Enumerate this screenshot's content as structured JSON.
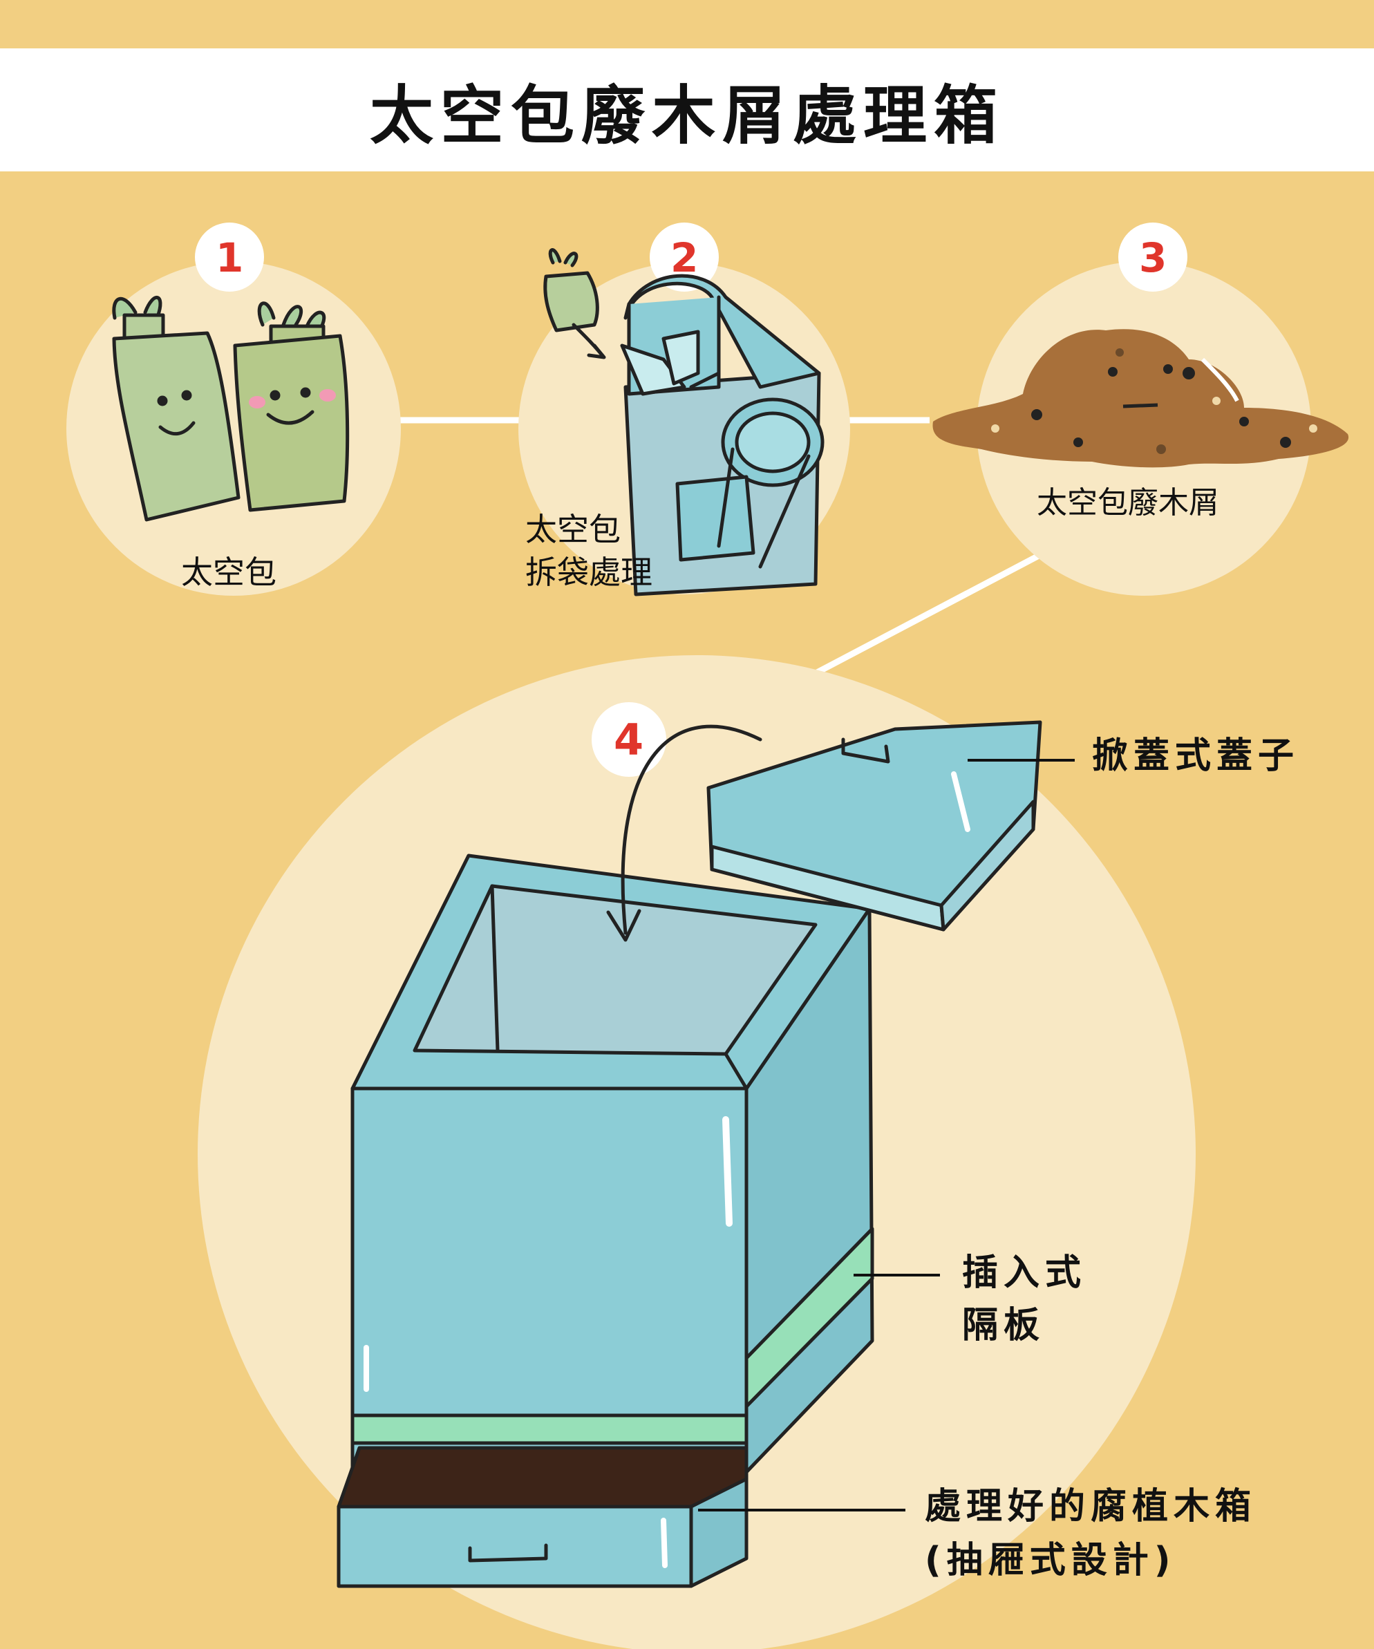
{
  "title": "太空包廢木屑處理箱",
  "steps": [
    {
      "number": "1",
      "label": "太空包"
    },
    {
      "number": "2",
      "label_lines": [
        "太空包",
        "拆袋處理"
      ]
    },
    {
      "number": "3",
      "label": "太空包廢木屑"
    },
    {
      "number": "4"
    }
  ],
  "parts": {
    "lid": "掀蓋式蓋子",
    "divider_lines": [
      "插入式",
      "隔板"
    ],
    "drawer_lines": [
      "處理好的腐植木箱",
      "(抽屜式設計)"
    ]
  },
  "colors": {
    "background": "#f2cf82",
    "circle": "#f8e8c4",
    "box": "#8ccdd6",
    "bag": "#b7cf9c",
    "sawdust": "#a8703a",
    "number": "#e0352b"
  }
}
